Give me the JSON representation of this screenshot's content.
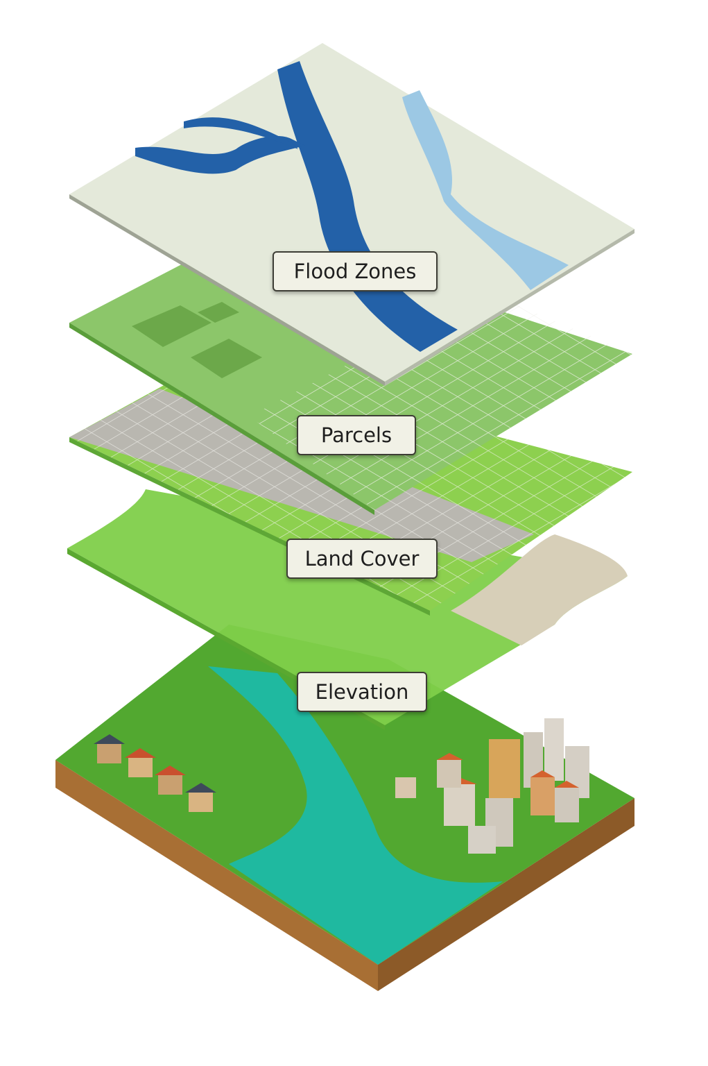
{
  "layers": [
    {
      "label": "Flood Zones",
      "color": "#e4e9da"
    },
    {
      "label": "Parcels",
      "color": "#8cc66a"
    },
    {
      "label": "Land Cover",
      "color": "#7fcf4a"
    },
    {
      "label": "Elevation",
      "color": "#4faa2e"
    }
  ],
  "colors": {
    "river_dark": "#2361a8",
    "river_light": "#9cc8e4",
    "water": "#1fb9a0",
    "soil": "#a86f34",
    "grid_gray": "#b9b7b0",
    "beige": "#d7cfb8"
  }
}
